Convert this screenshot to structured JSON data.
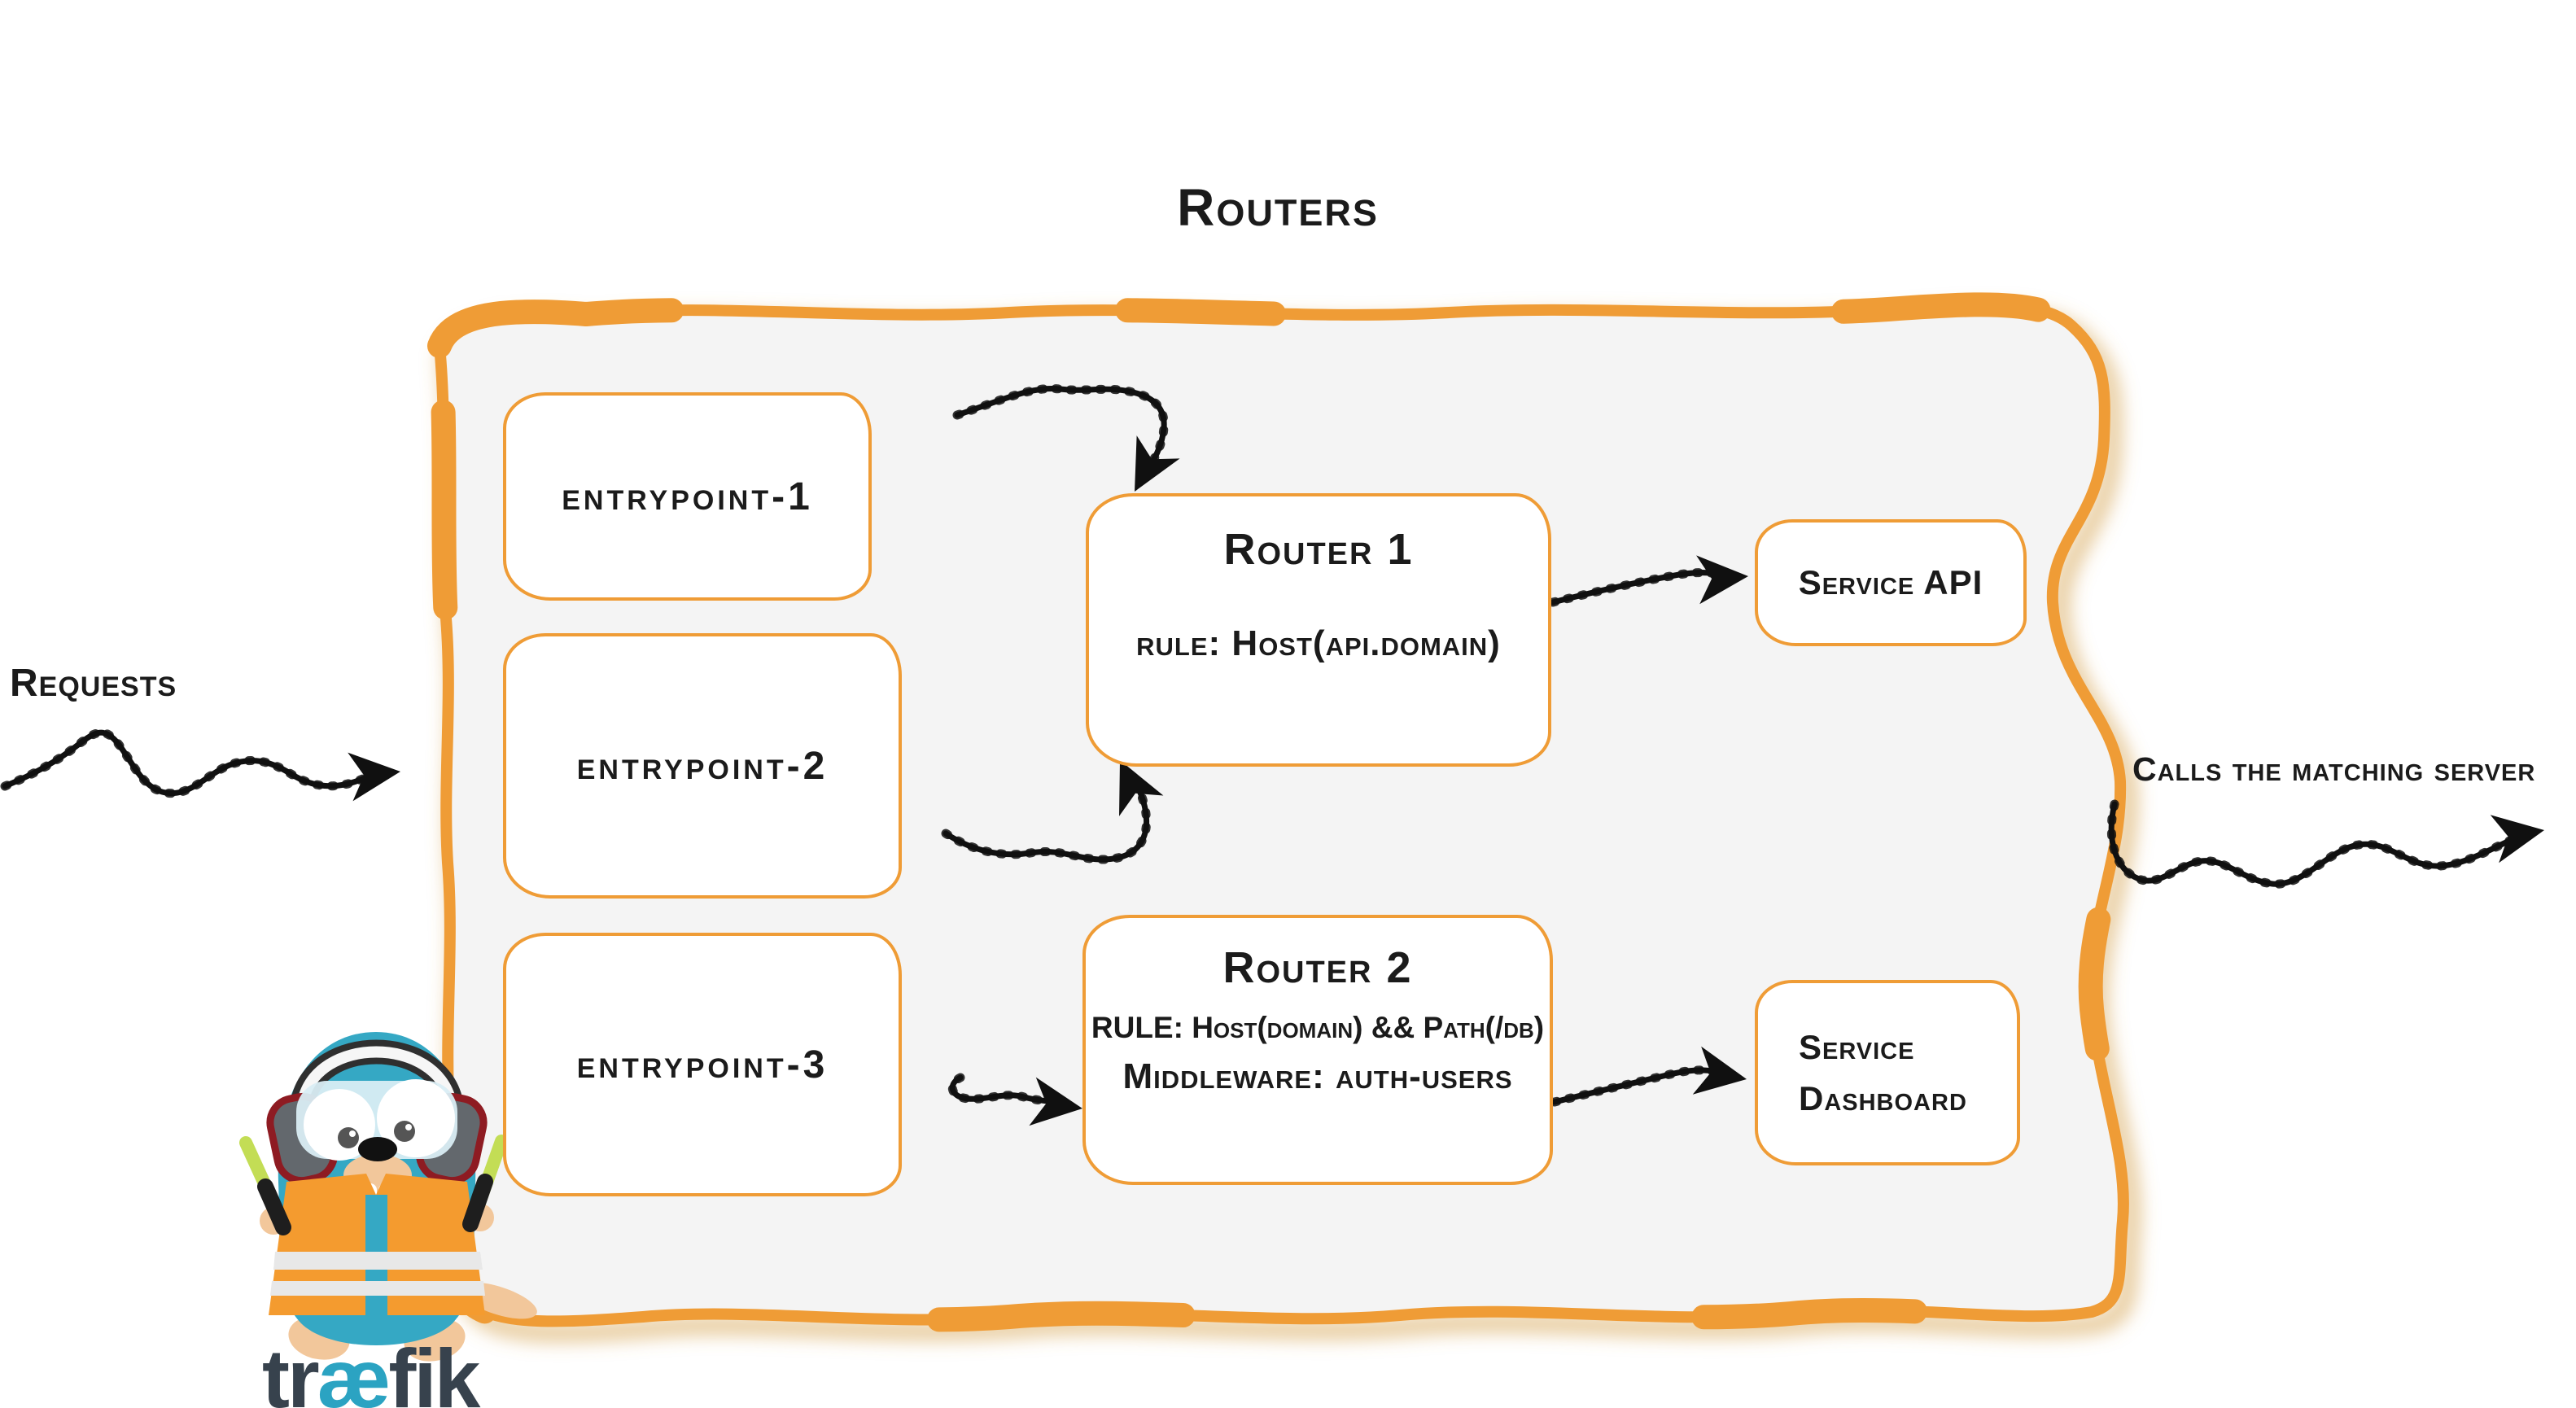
{
  "title": "Routers",
  "annotations": {
    "requests": "Requests",
    "calls_matching": "Calls the matching server"
  },
  "entrypoints": [
    {
      "label": "entrypoint-1"
    },
    {
      "label": "entrypoint-2"
    },
    {
      "label": "entrypoint-3"
    }
  ],
  "routers": [
    {
      "title": "Router 1",
      "rule": "rule: Host(api.domain)"
    },
    {
      "title": "Router 2",
      "rule": "RULE: Host(domain) && Path(/db)",
      "middleware": "Middleware: auth-users"
    }
  ],
  "services": [
    {
      "label": "Service API"
    },
    {
      "label": "Service Dashboard"
    }
  ],
  "logo": {
    "pre": "tr",
    "ae": "æ",
    "post": "fik"
  },
  "colors": {
    "accent_orange": "#EF9C36",
    "panel_gray": "#F4F4F4",
    "ink": "#1B1B1B",
    "gopher_blue": "#35A8C4",
    "stick_green": "#C3DD55",
    "vest_orange": "#F49B2F",
    "earcup_red": "#8E1B22",
    "wordmark_dark": "#37424D",
    "wordmark_accent": "#2BA3C2"
  }
}
